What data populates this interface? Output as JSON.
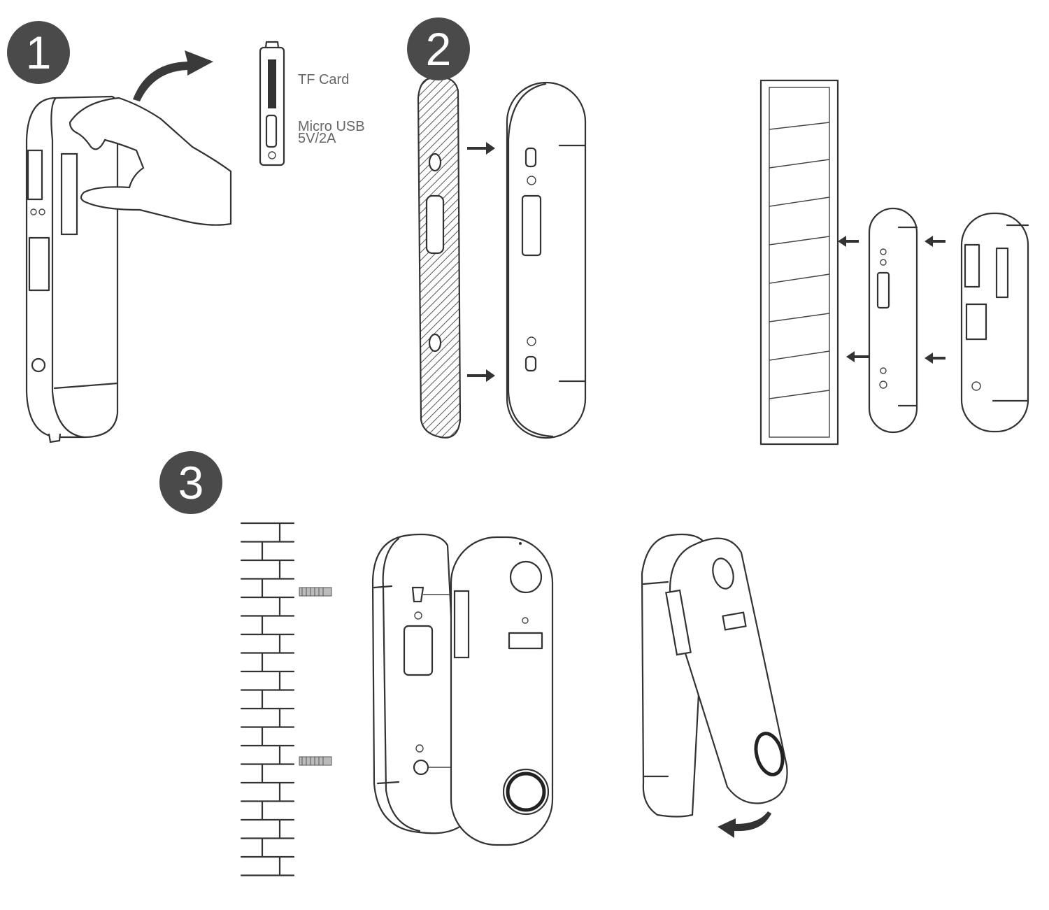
{
  "steps": [
    {
      "number": "1"
    },
    {
      "number": "2"
    },
    {
      "number": "3"
    }
  ],
  "port_labels": {
    "tf_card": "TF Card",
    "micro_usb": "Micro USB",
    "power_rating": "5V/2A"
  },
  "colors": {
    "badge": "#4a4a4a",
    "line": "#333333"
  }
}
